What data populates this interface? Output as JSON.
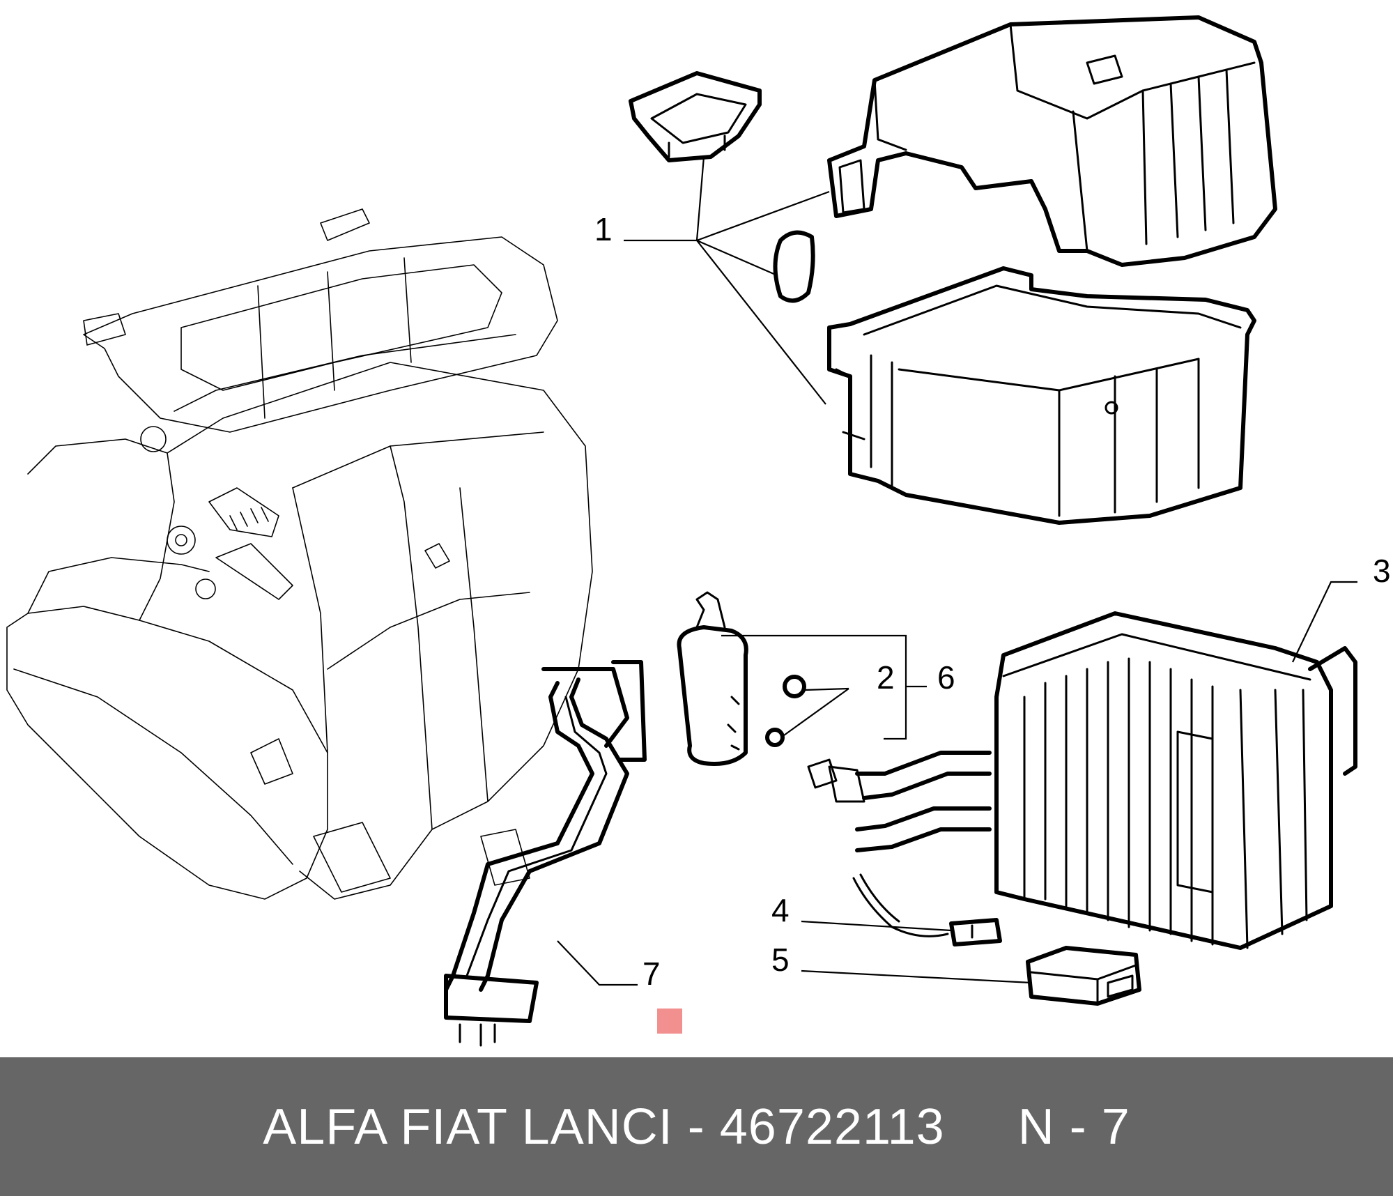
{
  "callouts": {
    "c1": "1",
    "c2": "2",
    "c3": "3",
    "c4": "4",
    "c5": "5",
    "c6": "6",
    "c7": "7"
  },
  "footer": {
    "text": "ALFA FIAT LANCI - 46722113     N - 7"
  },
  "colors": {
    "footer_background": "#666666",
    "marker": "#f28f8f",
    "line": "#000000"
  }
}
